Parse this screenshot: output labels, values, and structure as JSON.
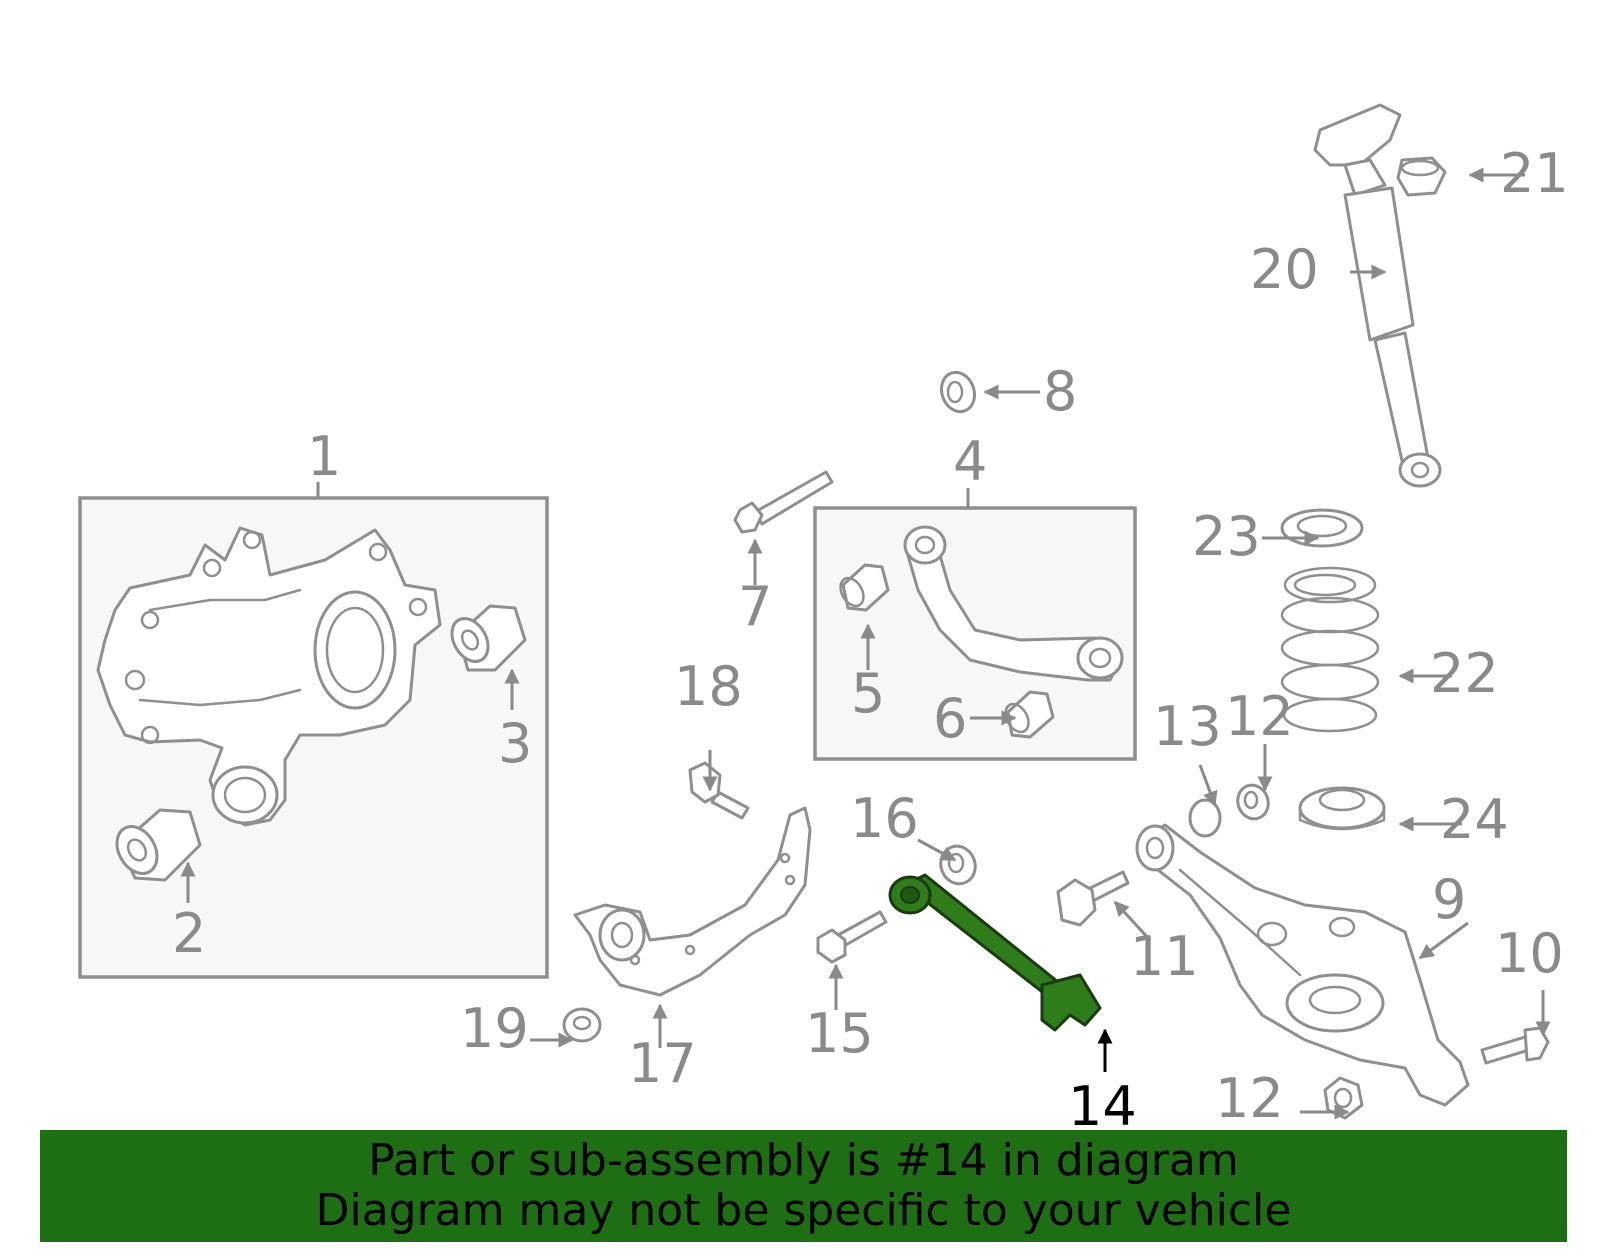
{
  "diagram": {
    "highlight_color": "#2e7d1a",
    "callout_color": "#8a8a8a",
    "callouts": {
      "c1": "1",
      "c2": "2",
      "c3": "3",
      "c4": "4",
      "c5": "5",
      "c6": "6",
      "c7": "7",
      "c8": "8",
      "c9": "9",
      "c10": "10",
      "c11": "11",
      "c12a": "12",
      "c12b": "12",
      "c13": "13",
      "c14": "14",
      "c15": "15",
      "c16": "16",
      "c17": "17",
      "c18": "18",
      "c19": "19",
      "c20": "20",
      "c21": "21",
      "c22": "22",
      "c23": "23",
      "c24": "24"
    }
  },
  "banner": {
    "background": "#1e6e14",
    "line1": "Part or sub-assembly is #14 in diagram",
    "line2": "Diagram may not be specific to your vehicle"
  }
}
